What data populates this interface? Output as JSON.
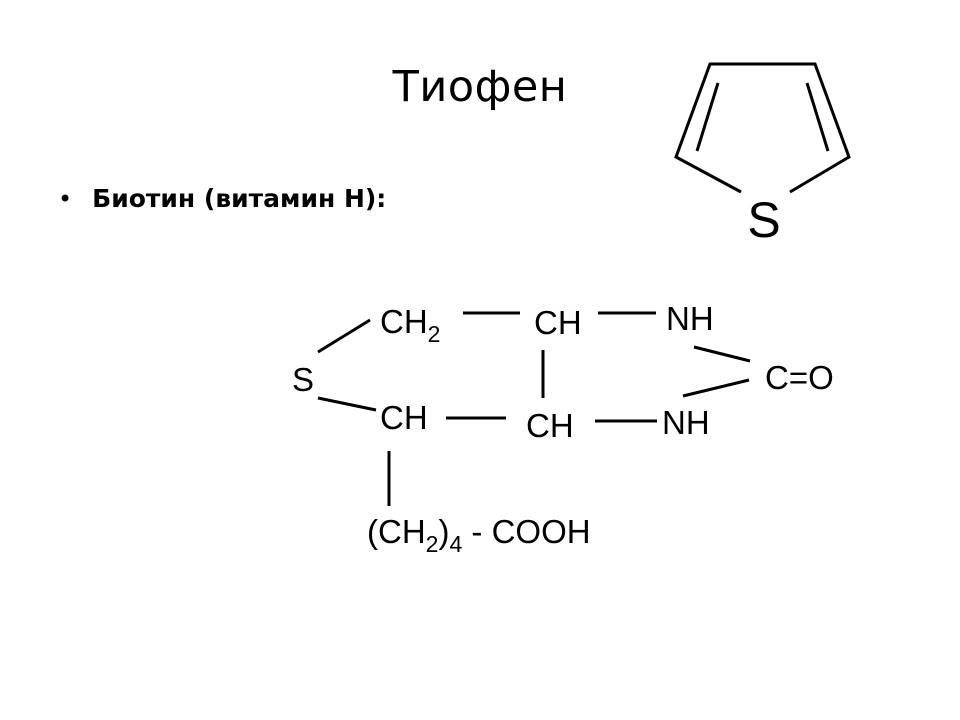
{
  "slide": {
    "title": "Тиофен",
    "bullet": "Биотин (витамин Н):"
  },
  "thiophene": {
    "heteroatom": "S"
  },
  "biotin": {
    "s": "S",
    "ch2_main": "CH",
    "ch2_sub": "2",
    "ch_top": "CH",
    "nh_top": "NH",
    "co": "C=O",
    "ch_bl": "CH",
    "ch_bm": "CH",
    "nh_bottom": "NH",
    "chain_open": "(CH",
    "chain_sub1": "2",
    "chain_close": ")",
    "chain_sub2": "4",
    "chain_tail": " - COOH"
  }
}
